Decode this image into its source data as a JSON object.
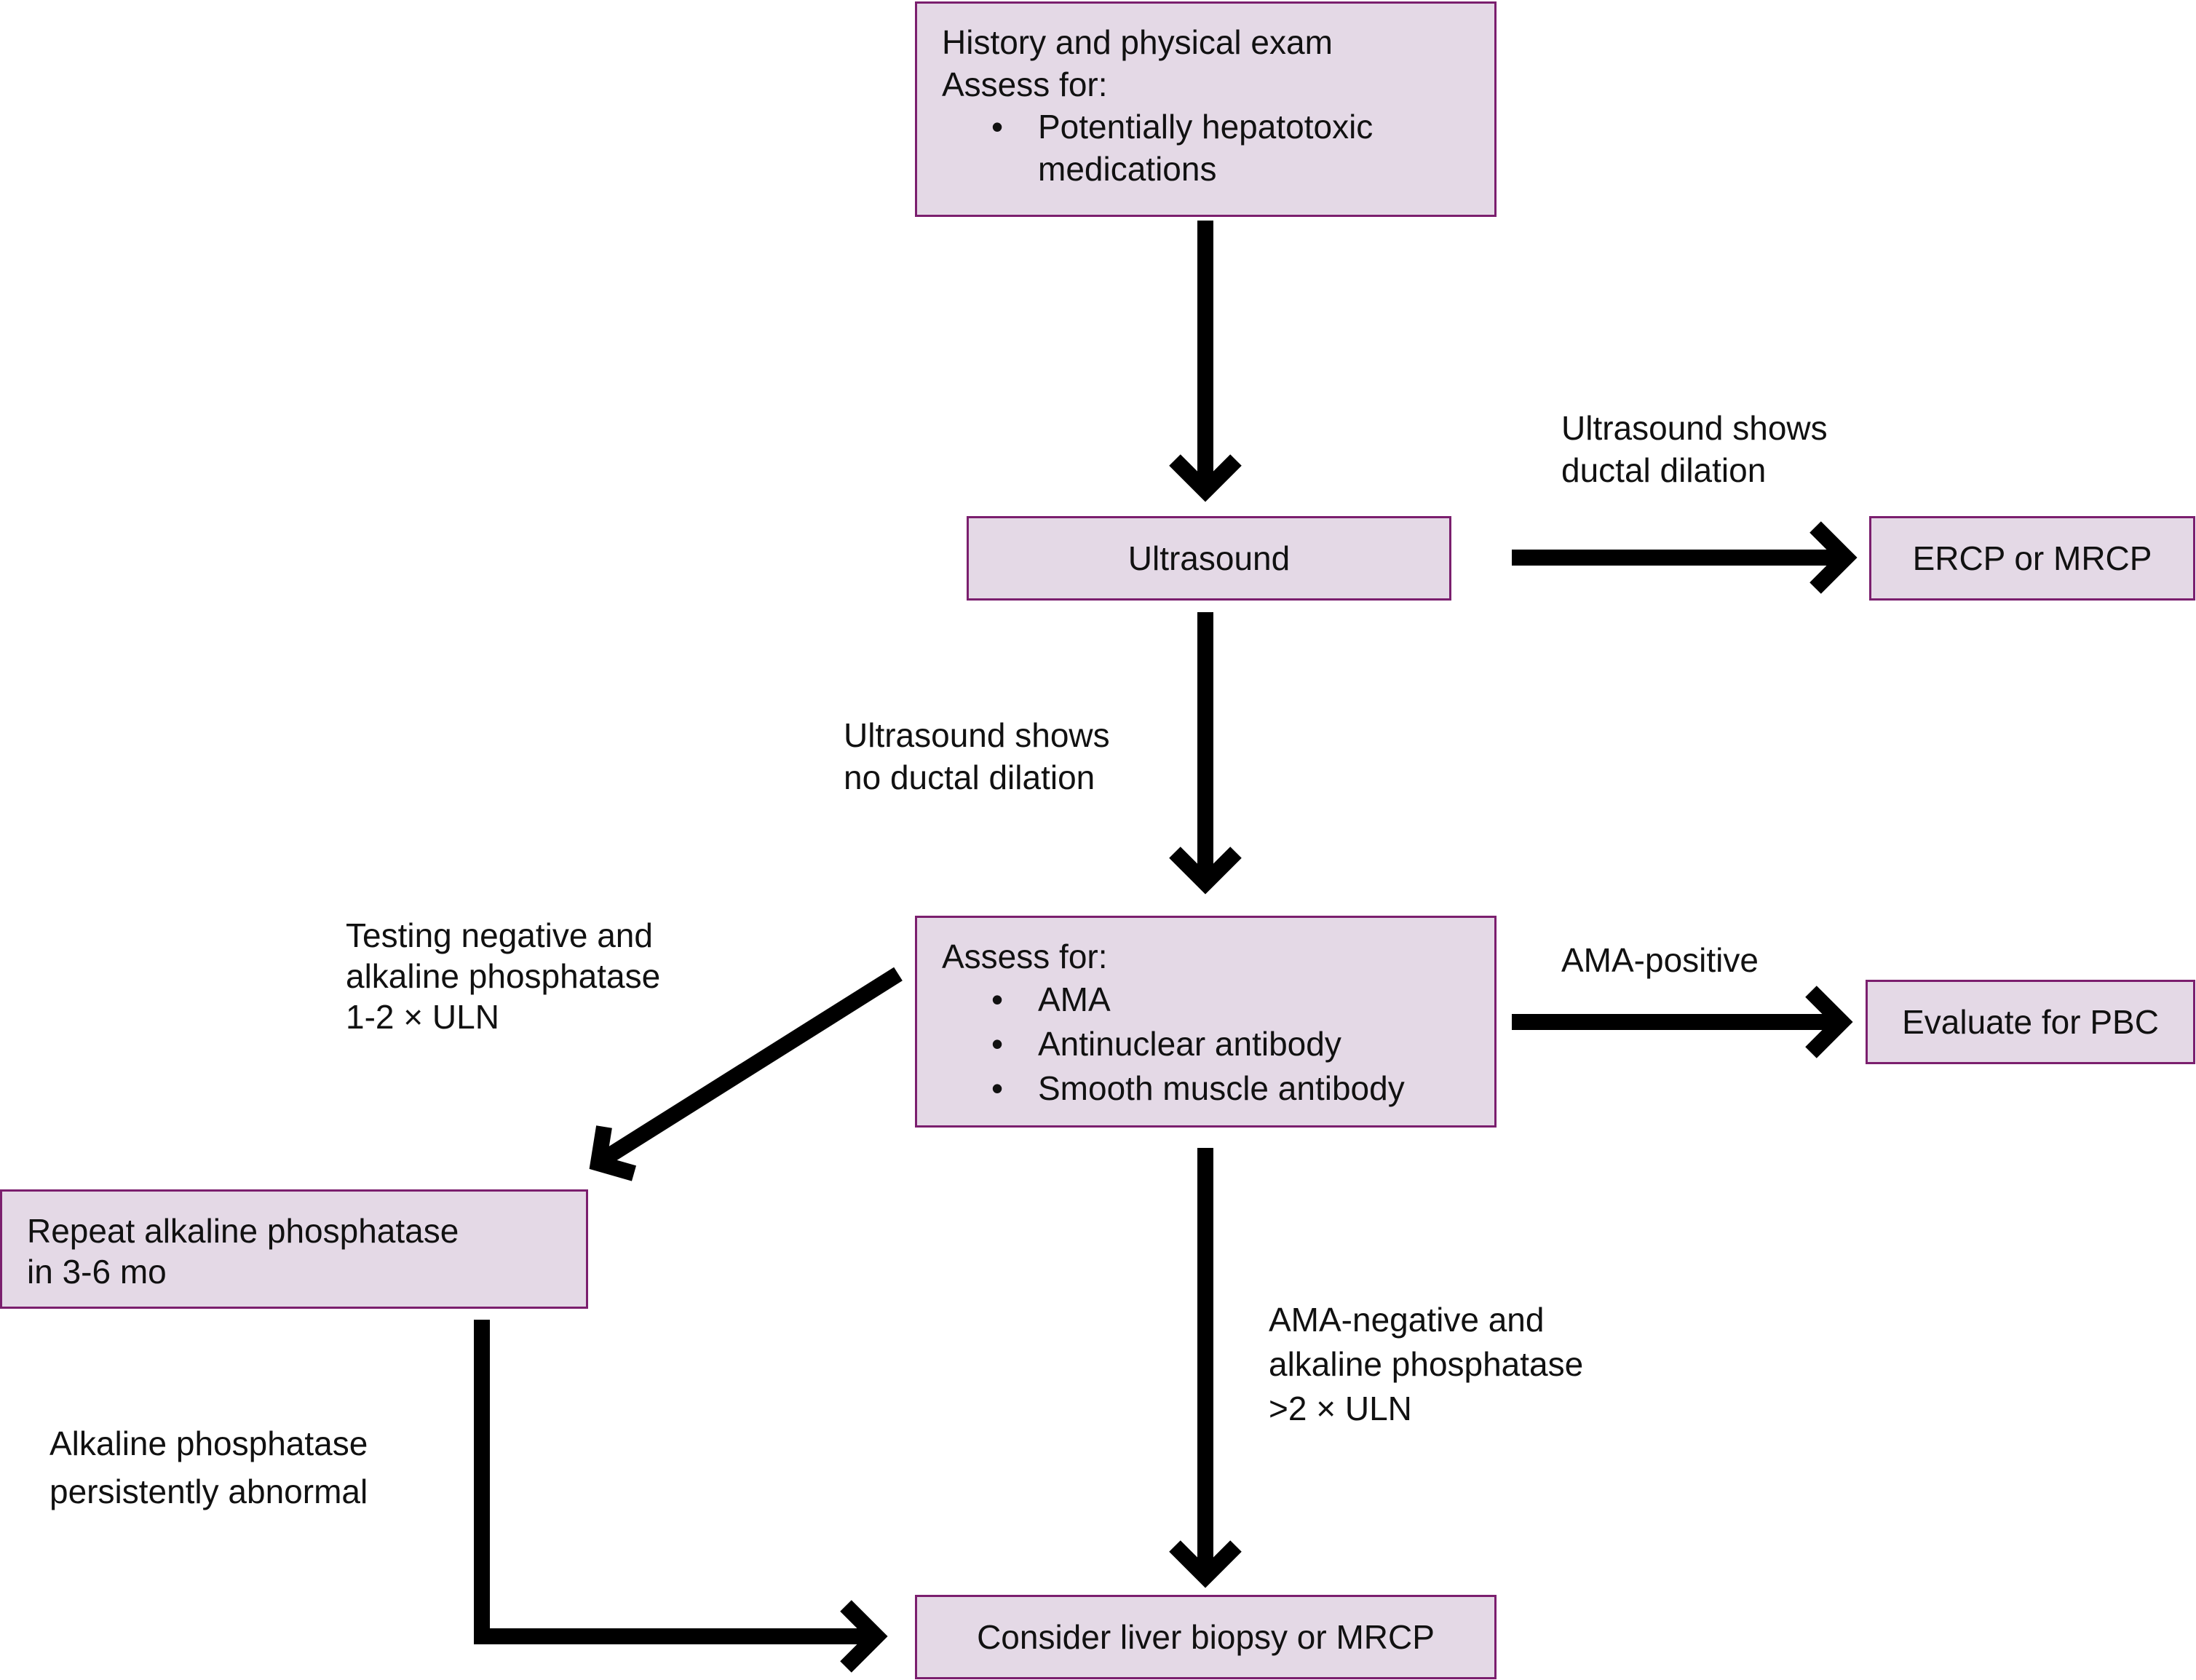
{
  "boxes": {
    "history": {
      "line1": "History and physical exam",
      "line2": "Assess for:",
      "bullet1_a": "Potentially hepatotoxic",
      "bullet1_b": "medications"
    },
    "ultrasound": {
      "label": "Ultrasound"
    },
    "ercp": {
      "label": "ERCP or MRCP"
    },
    "assess": {
      "line1": "Assess for:",
      "bullets": [
        "AMA",
        "Antinuclear antibody",
        "Smooth muscle antibody"
      ]
    },
    "pbc": {
      "label": "Evaluate for PBC"
    },
    "repeat": {
      "line1": "Repeat alkaline phosphatase",
      "line2": "in 3-6 mo"
    },
    "biopsy": {
      "label": "Consider liver biopsy or MRCP"
    }
  },
  "labels": {
    "ductal_dilation": [
      "Ultrasound shows",
      "ductal dilation"
    ],
    "no_ductal_dilation": [
      "Ultrasound shows",
      "no ductal dilation"
    ],
    "testing_negative": [
      "Testing negative and",
      "alkaline phosphatase",
      "1-2 × ULN"
    ],
    "ama_positive": [
      "AMA-positive"
    ],
    "ama_negative": [
      "AMA-negative and",
      "alkaline phosphatase",
      ">2 × ULN"
    ],
    "persistently_abnormal": [
      "Alkaline phosphatase",
      "persistently abnormal"
    ]
  },
  "colors": {
    "box_fill": "#e4d9e6",
    "box_border": "#7b1f6e",
    "arrow": "#000000"
  }
}
